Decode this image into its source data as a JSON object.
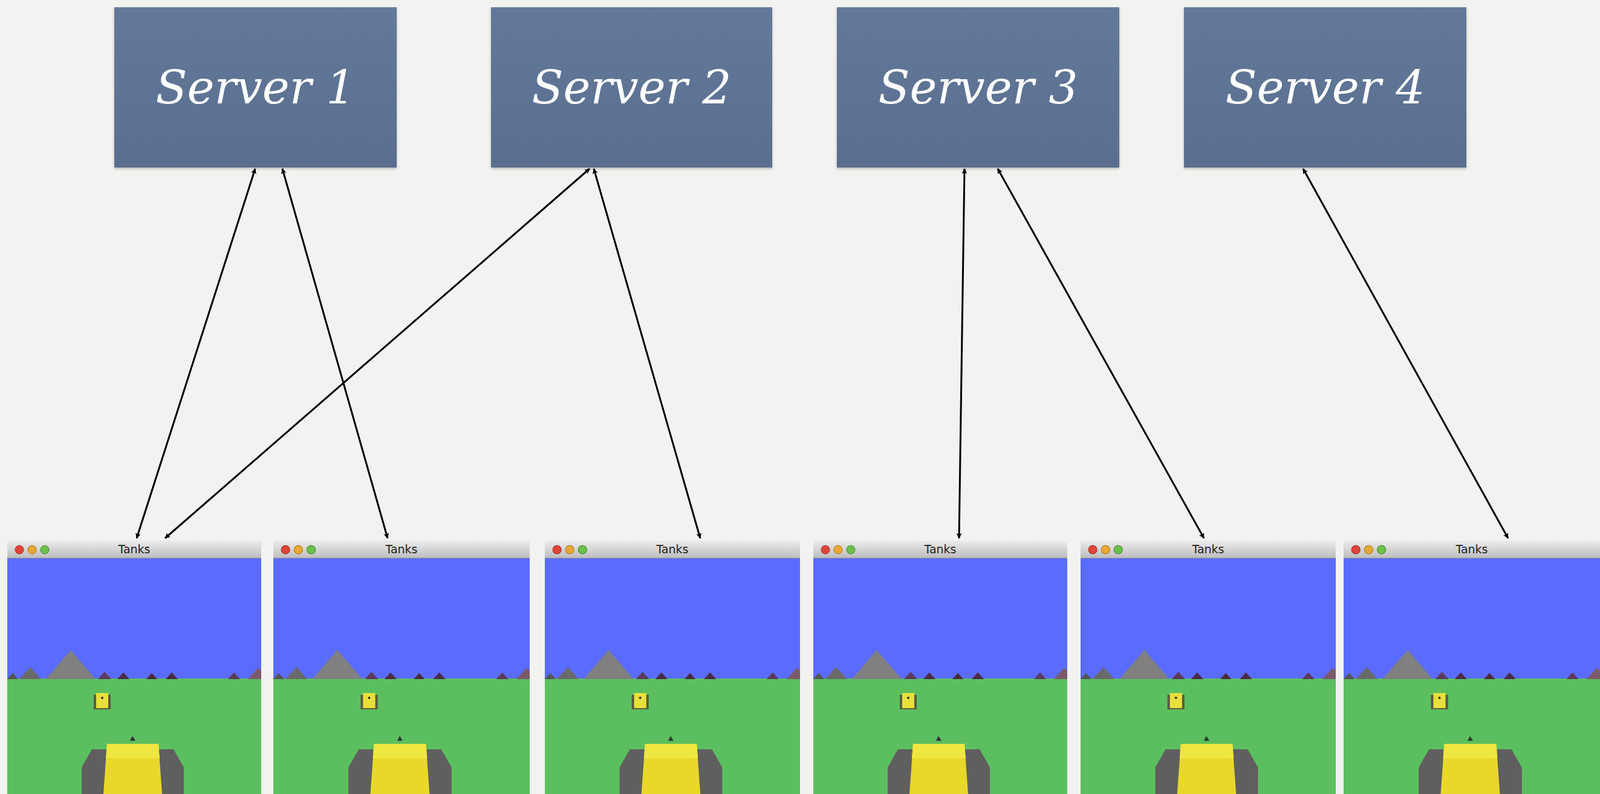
{
  "diagram": {
    "nodes": [
      {
        "text": [
          "Server 1"
        ]
      },
      {
        "text": [
          "Server 2"
        ]
      },
      {
        "text": [
          "Server 3"
        ]
      },
      {
        "text": [
          "Server 4"
        ]
      },
      {
        "text": [
          "Tanks"
        ]
      },
      {
        "text": [
          "Tanks"
        ]
      },
      {
        "text": [
          "Tanks"
        ]
      },
      {
        "text": [
          "Tanks"
        ]
      },
      {
        "text": [
          "Tanks"
        ]
      },
      {
        "text": [
          "Tanks"
        ]
      }
    ],
    "edges": [
      {
        "from": 0,
        "to": 4,
        "arrow": "both"
      },
      {
        "from": 0,
        "to": 5,
        "arrow": "both"
      },
      {
        "from": 1,
        "to": 4,
        "arrow": "both"
      },
      {
        "from": 1,
        "to": 6,
        "arrow": "both"
      },
      {
        "from": 2,
        "to": 7,
        "arrow": "both"
      },
      {
        "from": 2,
        "to": 8,
        "arrow": "both"
      },
      {
        "from": 3,
        "to": 9,
        "arrow": "both"
      }
    ]
  }
}
